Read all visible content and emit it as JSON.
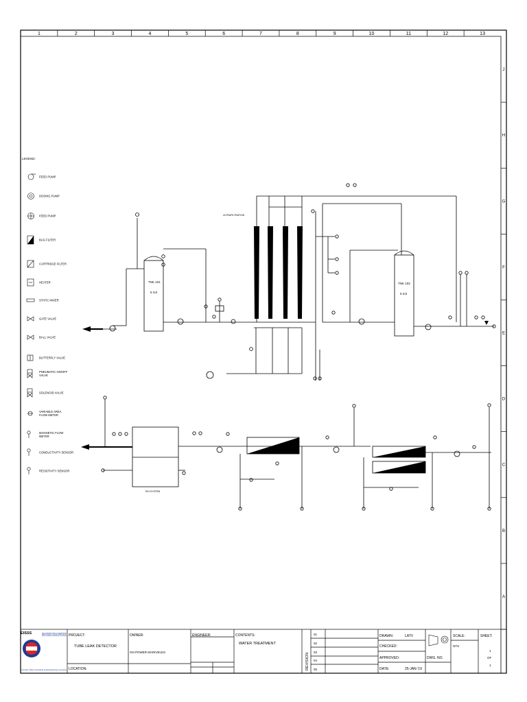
{
  "grid": {
    "columns": [
      "1",
      "2",
      "3",
      "4",
      "5",
      "6",
      "7",
      "8",
      "9",
      "10",
      "11",
      "12",
      "13"
    ],
    "rows": [
      "J",
      "H",
      "G",
      "F",
      "E",
      "D",
      "C",
      "B",
      "A"
    ]
  },
  "legend": {
    "title": "LEGEND:",
    "items": [
      {
        "icon": "feed-pump-icon",
        "label": "FEED PUMP"
      },
      {
        "icon": "dosing-pump-icon",
        "label": "DOSING PUMP"
      },
      {
        "icon": "feed-pump-alt-icon",
        "label": "FEED PUMP"
      },
      {
        "icon": "bag-filter-icon",
        "label": "BAG FILTER"
      },
      {
        "icon": "cartridge-filter-icon",
        "label": "CARTRIDGE FILTER"
      },
      {
        "icon": "heater-icon",
        "label": "HEATER"
      },
      {
        "icon": "static-mixer-icon",
        "label": "STATIC MIXER"
      },
      {
        "icon": "gate-valve-icon",
        "label": "GATE VALVE"
      },
      {
        "icon": "ball-valve-icon",
        "label": "BALL VALVE"
      },
      {
        "icon": "butterfly-valve-icon",
        "label": "BUTTERFLY VALVE"
      },
      {
        "icon": "pneumatic-shutoff-valve-icon",
        "label": "PNEUMATIC ON/OFF VALVE"
      },
      {
        "icon": "solenoid-valve-icon",
        "label": "SOLENOID VALVE"
      },
      {
        "icon": "variable-area-flow-meter-icon",
        "label": "VARIABLE AREA FLOW METER"
      },
      {
        "icon": "magnetic-flow-meter-icon",
        "label": "MAGNETIC FLOW METER"
      },
      {
        "icon": "conductivity-sensor-icon",
        "label": "CONDUCTIVITY SENSOR"
      },
      {
        "icon": "resistivity-sensor-icon",
        "label": "RESISTIVITY SENSOR"
      }
    ]
  },
  "process": {
    "tank1_name": "TNK 101",
    "tank1_volume": "5 m3",
    "tank2_name": "TNK 102",
    "tank2_volume": "5 m3",
    "uf_note": "ULTRAFILTRATION",
    "edi_label": "EDI SYSTEM"
  },
  "title_block": {
    "company_logo": "EISSS",
    "company_name": "ENERGY INTEGRATED SYSTEM AND SUPPORT SERVICES",
    "company_tagline": "A Power Utility Consulting and Engineering Company",
    "project_label": "PROJECT:",
    "project_value": "TUBE LEAK DETECTOR",
    "location_label": "LOCATION:",
    "owner_label": "OWNER:",
    "owner_value": "GN POWER MARIVELES",
    "engineer_label": "ENGINEER:",
    "contents_label": "CONTENTS:",
    "contents_value": "WATER TREATMENT",
    "revision_label": "REVISION",
    "revisions": [
      "01",
      "02",
      "03",
      "04",
      "05"
    ],
    "drawn_label": "DRAWN:",
    "drawn_value": "LATV",
    "checked_label": "CHECKED:",
    "approved_label": "APPROVED:",
    "date_label": "DATE:",
    "date_value": "25-JAN-'19",
    "scale_label": "SCALE:",
    "scale_value": "NTS",
    "dwg_label": "DWG. NO.",
    "sheet_label": "SHEET:",
    "sheet_num": "1",
    "sheet_of": "OF",
    "sheet_total": "1"
  }
}
